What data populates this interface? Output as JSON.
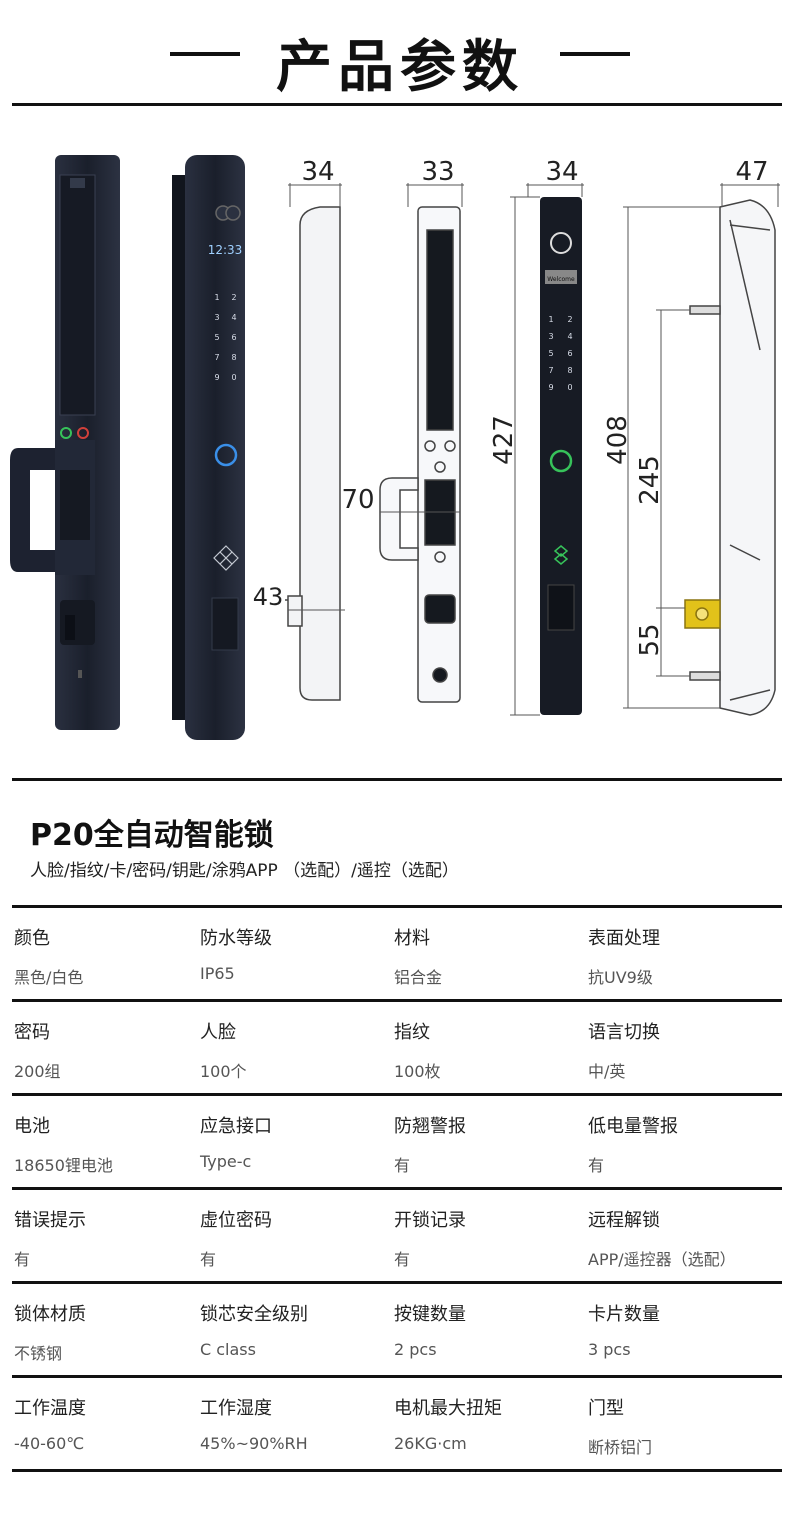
{
  "header": {
    "title": "产品参数"
  },
  "diagram": {
    "lock_screen_time": "12:33",
    "lock_screen_welcome": "Welcome",
    "dims": {
      "w1": "34",
      "w2": "33",
      "w3": "34",
      "w4": "47",
      "h_total": "427",
      "h_body": "408",
      "cyl_dist": "245",
      "cyl_bottom": "55",
      "handle_span": "70",
      "spindle": "43"
    },
    "keypad": [
      "1",
      "2",
      "3",
      "4",
      "5",
      "6",
      "7",
      "8",
      "9",
      "0"
    ]
  },
  "product": {
    "name": "P20全自动智能锁",
    "features": "人脸/指纹/卡/密码/钥匙/涂鸦APP （选配）/遥控（选配）"
  },
  "specs": [
    [
      {
        "label": "颜色",
        "value": "黑色/白色"
      },
      {
        "label": "防水等级",
        "value": "IP65"
      },
      {
        "label": "材料",
        "value": "铝合金"
      },
      {
        "label": "表面处理",
        "value": "抗UV9级"
      }
    ],
    [
      {
        "label": "密码",
        "value": "200组"
      },
      {
        "label": "人脸",
        "value": "100个"
      },
      {
        "label": "指纹",
        "value": "100枚"
      },
      {
        "label": "语言切换",
        "value": "中/英"
      }
    ],
    [
      {
        "label": "电池",
        "value": "18650锂电池"
      },
      {
        "label": "应急接口",
        "value": "Type-c"
      },
      {
        "label": "防翘警报",
        "value": "有"
      },
      {
        "label": "低电量警报",
        "value": "有"
      }
    ],
    [
      {
        "label": "错误提示",
        "value": "有"
      },
      {
        "label": "虚位密码",
        "value": "有"
      },
      {
        "label": "开锁记录",
        "value": "有"
      },
      {
        "label": "远程解锁",
        "value": "APP/遥控器（选配）"
      }
    ],
    [
      {
        "label": "锁体材质",
        "value": "不锈钢"
      },
      {
        "label": "锁芯安全级别",
        "value": "C class"
      },
      {
        "label": "按键数量",
        "value": "2 pcs"
      },
      {
        "label": "卡片数量",
        "value": "3 pcs"
      }
    ],
    [
      {
        "label": "工作温度",
        "value": "-40-60℃"
      },
      {
        "label": "工作湿度",
        "value": "45%~90%RH"
      },
      {
        "label": "电机最大扭矩",
        "value": "26KG·cm"
      },
      {
        "label": "门型",
        "value": "断桥铝门"
      }
    ]
  ],
  "colors": {
    "lock_body": "#1d2230",
    "accent_blue": "#3a8fe8",
    "accent_green": "#37c25a",
    "brass": "#e2c21a"
  }
}
